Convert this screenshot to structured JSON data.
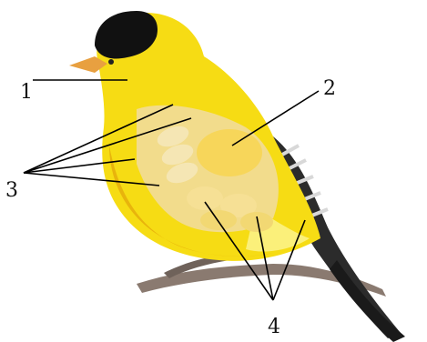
{
  "figure": {
    "colors": {
      "plumage": "#f6dc14",
      "plumage_shadow": "#e8b40c",
      "belly_light": "#fbf07a",
      "wing_patch": "#f2dc8c",
      "cap": "#111111",
      "beak": "#e8a040",
      "tail": "#2b2b2b",
      "branch": "#8a7a70",
      "leader": "#000000"
    },
    "labels": {
      "label_1": "1",
      "label_2": "2",
      "label_3": "3",
      "label_4": "4"
    }
  }
}
